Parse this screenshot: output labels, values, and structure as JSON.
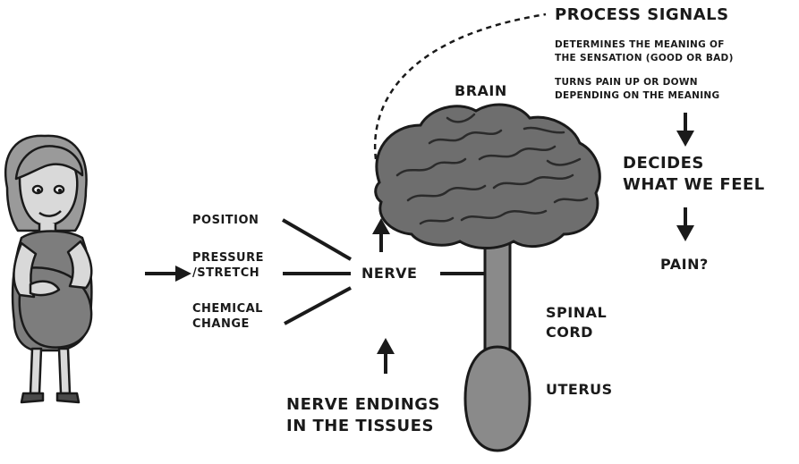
{
  "labels": {
    "position": "POSITION",
    "pressure_1": "PRESSURE",
    "pressure_2": "/STRETCH",
    "chemical_1": "CHEMICAL",
    "chemical_2": "CHANGE",
    "nerve": "NERVE",
    "nerve_endings_1": "NERVE ENDINGS",
    "nerve_endings_2": "IN THE TISSUES",
    "brain": "BRAIN",
    "spinal_1": "SPINAL",
    "spinal_2": "CORD",
    "uterus": "UTERUS",
    "process_signals": "PROCESS SIGNALS",
    "determines_1": "DETERMINES THE MEANING OF",
    "determines_2": "THE SENSATION (GOOD OR BAD)",
    "turns_1": "TURNS PAIN UP OR DOWN",
    "turns_2": "DEPENDING ON THE MEANING",
    "decides_1": "DECIDES",
    "decides_2": "WHAT WE FEEL",
    "pain": "PAIN?"
  },
  "colors": {
    "ink": "#1a1a1a",
    "brain_fill": "#6e6e6e",
    "organ_fill": "#8a8a8a",
    "skin": "#d9d9d9",
    "hair": "#9a9a9a",
    "dress": "#7d7d7d"
  }
}
